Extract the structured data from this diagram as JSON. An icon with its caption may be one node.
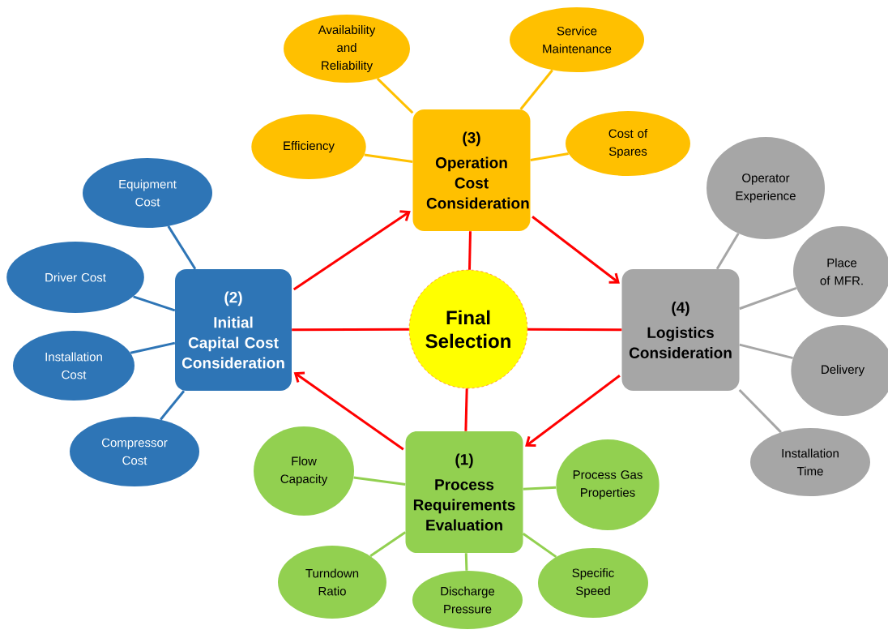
{
  "diagram": {
    "nodes": [
      {
        "text": [
          "Final Selection"
        ]
      },
      {
        "text": [
          "(3)",
          "Operation Cost Consideration"
        ]
      },
      {
        "text": [
          "(2)",
          "Initial Capital Cost Consideration"
        ]
      },
      {
        "text": [
          "(4)",
          "Logistics Consideration"
        ]
      },
      {
        "text": [
          "(1)",
          "Process Requirements Evaluation"
        ]
      },
      {
        "text": [
          "Availability and Reliability"
        ]
      },
      {
        "text": [
          "Service Maintenance"
        ]
      },
      {
        "text": [
          "Efficiency"
        ]
      },
      {
        "text": [
          "Cost of Spares"
        ]
      },
      {
        "text": [
          "Equipment Cost"
        ]
      },
      {
        "text": [
          "Driver Cost"
        ]
      },
      {
        "text": [
          "Installation Cost"
        ]
      },
      {
        "text": [
          "Compressor Cost"
        ]
      },
      {
        "text": [
          "Operator Experience"
        ]
      },
      {
        "text": [
          "Place of MFR."
        ]
      },
      {
        "text": [
          "Delivery"
        ]
      },
      {
        "text": [
          "Installation Time"
        ]
      },
      {
        "text": [
          "Flow Capacity"
        ]
      },
      {
        "text": [
          "Process Gas Properties"
        ]
      },
      {
        "text": [
          "Turndown Ratio"
        ]
      },
      {
        "text": [
          "Discharge Pressure"
        ]
      },
      {
        "text": [
          "Specific Speed"
        ]
      }
    ],
    "edges": [
      {
        "from": 0,
        "to": 1,
        "arrow": "none",
        "color": "#ff0000"
      },
      {
        "from": 0,
        "to": 2,
        "arrow": "none",
        "color": "#ff0000"
      },
      {
        "from": 0,
        "to": 3,
        "arrow": "none",
        "color": "#ff0000"
      },
      {
        "from": 0,
        "to": 4,
        "arrow": "none",
        "color": "#ff0000"
      },
      {
        "from": 4,
        "to": 2,
        "arrow": "to",
        "color": "#ff0000"
      },
      {
        "from": 2,
        "to": 1,
        "arrow": "to",
        "color": "#ff0000"
      },
      {
        "from": 1,
        "to": 3,
        "arrow": "to",
        "color": "#ff0000"
      },
      {
        "from": 3,
        "to": 4,
        "arrow": "to",
        "color": "#ff0000"
      },
      {
        "from": 5,
        "to": 1,
        "arrow": "none",
        "color": "#ffc000"
      },
      {
        "from": 6,
        "to": 1,
        "arrow": "none",
        "color": "#ffc000"
      },
      {
        "from": 7,
        "to": 1,
        "arrow": "none",
        "color": "#ffc000"
      },
      {
        "from": 8,
        "to": 1,
        "arrow": "none",
        "color": "#ffc000"
      },
      {
        "from": 9,
        "to": 2,
        "arrow": "none",
        "color": "#2e75b6"
      },
      {
        "from": 10,
        "to": 2,
        "arrow": "none",
        "color": "#2e75b6"
      },
      {
        "from": 11,
        "to": 2,
        "arrow": "none",
        "color": "#2e75b6"
      },
      {
        "from": 12,
        "to": 2,
        "arrow": "none",
        "color": "#2e75b6"
      },
      {
        "from": 13,
        "to": 3,
        "arrow": "none",
        "color": "#a6a6a6"
      },
      {
        "from": 14,
        "to": 3,
        "arrow": "none",
        "color": "#a6a6a6"
      },
      {
        "from": 15,
        "to": 3,
        "arrow": "none",
        "color": "#a6a6a6"
      },
      {
        "from": 16,
        "to": 3,
        "arrow": "none",
        "color": "#a6a6a6"
      },
      {
        "from": 17,
        "to": 4,
        "arrow": "none",
        "color": "#92d050"
      },
      {
        "from": 18,
        "to": 4,
        "arrow": "none",
        "color": "#92d050"
      },
      {
        "from": 19,
        "to": 4,
        "arrow": "none",
        "color": "#92d050"
      },
      {
        "from": 20,
        "to": 4,
        "arrow": "none",
        "color": "#92d050"
      },
      {
        "from": 21,
        "to": 4,
        "arrow": "none",
        "color": "#92d050"
      }
    ]
  }
}
